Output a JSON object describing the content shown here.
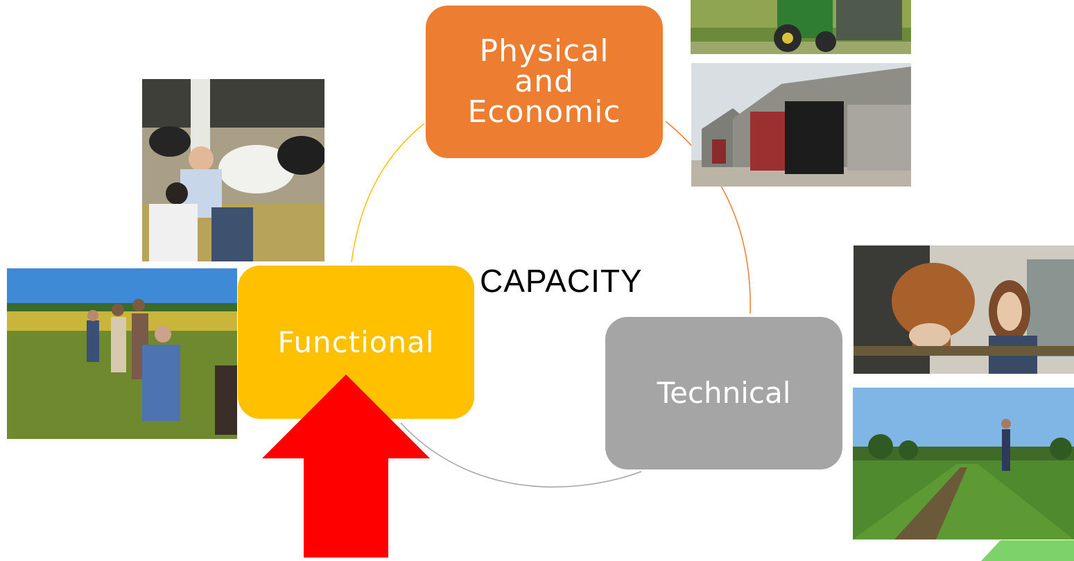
{
  "diagram": {
    "center_label": "CAPACITY",
    "nodes": [
      {
        "id": "physical",
        "lines": [
          "Physical",
          "and",
          "Economic"
        ],
        "color": "#ED7D31"
      },
      {
        "id": "functional",
        "lines": [
          "Functional"
        ],
        "color": "#FFC000"
      },
      {
        "id": "technical",
        "lines": [
          "Technical"
        ],
        "color": "#A5A5A5"
      }
    ],
    "arrow": {
      "color": "#FF0000",
      "direction": "up",
      "points_to": "functional"
    }
  },
  "photos": [
    {
      "id": "dairy-barn",
      "subject": "people with cows in a dairy barn"
    },
    {
      "id": "rapeseed-field",
      "subject": "group of people in a yellow rapeseed field"
    },
    {
      "id": "tractor",
      "subject": "green tractor in a maize field"
    },
    {
      "id": "farm-shed",
      "subject": "farm buildings with red doors"
    },
    {
      "id": "woman-cow",
      "subject": "woman with a brown cow at a fence"
    },
    {
      "id": "potato-field",
      "subject": "man standing in a potato field"
    }
  ]
}
